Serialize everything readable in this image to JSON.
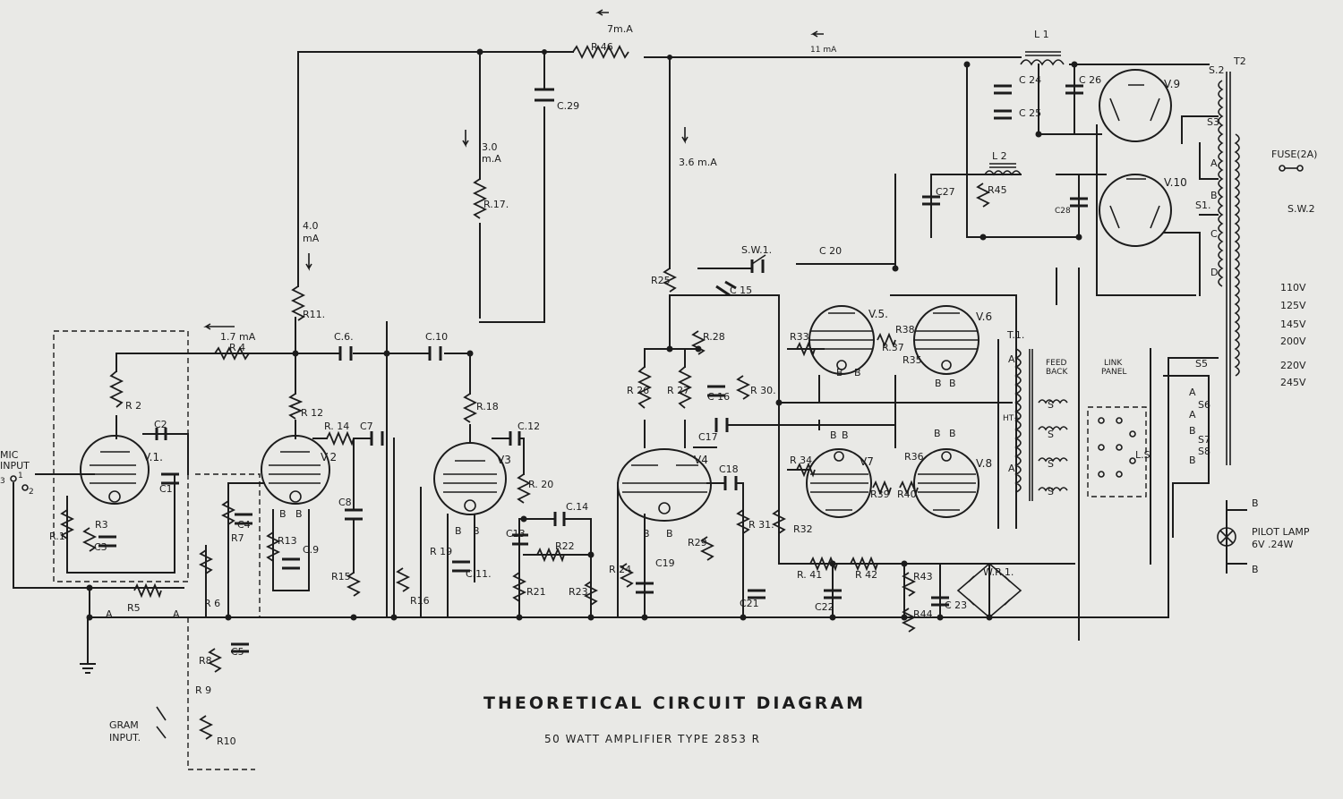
{
  "title": "THEORETICAL CIRCUIT DIAGRAM",
  "subtitle": "50 WATT AMPLIFIER TYPE 2853 R",
  "currents": {
    "top_7ma": "7m.A",
    "top_11ma": "11 mA",
    "i_30ma": "3.0",
    "i_30ma_unit": "m.A",
    "i_36ma": "3.6 m.A",
    "i_40ma": "4.0",
    "i_40ma_unit": "mA",
    "i_17ma": "1.7 mA"
  },
  "labels": {
    "mic_input_1": "MIC",
    "mic_input_2": "INPUT",
    "gram_input_1": "GRAM",
    "gram_input_2": "INPUT.",
    "pilot_lamp_1": "PILOT LAMP",
    "pilot_lamp_2": "6V .24W",
    "link_panel_1": "LINK",
    "link_panel_2": "PANEL",
    "feed_back_1": "FEED",
    "feed_back_2": "BACK",
    "fuse": "FUSE(2A)",
    "ht": "HT+",
    "ls": "L.S"
  },
  "tubes": {
    "v1": "V.1.",
    "v2": "V.2",
    "v3": "V3",
    "v4": "V4",
    "v5": "V.5.",
    "v6": "V.6",
    "v7": "V7",
    "v8": "V.8",
    "v9": "V.9",
    "v10": "V.10"
  },
  "resistors": {
    "r1": "R.1",
    "r2": "R 2",
    "r3": "R3",
    "r4": "R 4",
    "r5": "R5",
    "r6": "R 6",
    "r7": "R7",
    "r8": "R8",
    "r9": "R 9",
    "r10": "R10",
    "r11": "R11.",
    "r12": "R 12",
    "r13": "R13",
    "r14": "R. 14",
    "r15": "R15",
    "r16": "R16",
    "r17": "R.17.",
    "r18": "R.18",
    "r19": "R 19",
    "r20": "R. 20",
    "r21": "R21",
    "r22": "R22",
    "r23": "R23",
    "r24": "R 24",
    "r25": "R25",
    "r26": "R 26",
    "r27": "R 27",
    "r28": "R.28",
    "r29": "R29",
    "r30": "R 30.",
    "r31": "R 31.",
    "r32": "R32",
    "r33": "R33",
    "r34": "R 34",
    "r35": "R35",
    "r36": "R36",
    "r37": "R.37",
    "r38": "R38",
    "r39": "R39",
    "r40": "R40",
    "r41": "R. 41",
    "r42": "R 42",
    "r43": "R43",
    "r44": "R44",
    "r45": "R45",
    "r46": "R.46"
  },
  "capacitors": {
    "c1": "C1",
    "c2": "C2",
    "c3": "C3",
    "c4": "C4",
    "c5": "C5",
    "c6": "C.6.",
    "c7": "C7",
    "c8": "C8",
    "c9": "C.9",
    "c10": "C.10",
    "c11": "C.11.",
    "c12": "C.12",
    "c13": "C13",
    "c14": "C.14",
    "c15": "C 15",
    "c16": "C 16",
    "c17": "C17",
    "c18": "C18",
    "c19": "C19",
    "c20": "C 20",
    "c21": "C21",
    "c22": "C22",
    "c23": "C 23",
    "c24": "C 24",
    "c25": "C 25",
    "c26": "C 26",
    "c27": "C27",
    "c28": "C28",
    "c29": "C.29"
  },
  "inductors": {
    "l1": "L 1",
    "l2": "L 2",
    "t1": "T.1.",
    "t2": "T2"
  },
  "switches": {
    "sw1": "S.W.1.",
    "sw2": "S.W.2",
    "s1": "S1.",
    "s2": "S.2",
    "s3": "S3",
    "s5": "S5",
    "s6": "S6",
    "s7": "S7",
    "s8": "S8"
  },
  "rectifier": "W.R.1.",
  "taps": {
    "t1": "110V",
    "t2": "125V",
    "t3": "145V",
    "t4": "200V",
    "t5": "220V",
    "t6": "245V",
    "a": "A",
    "b": "B",
    "c": "C",
    "d": "D"
  },
  "pins": {
    "b": "B",
    "a": "A",
    "s": "S",
    "one": "1",
    "two": "2",
    "three": "3"
  }
}
